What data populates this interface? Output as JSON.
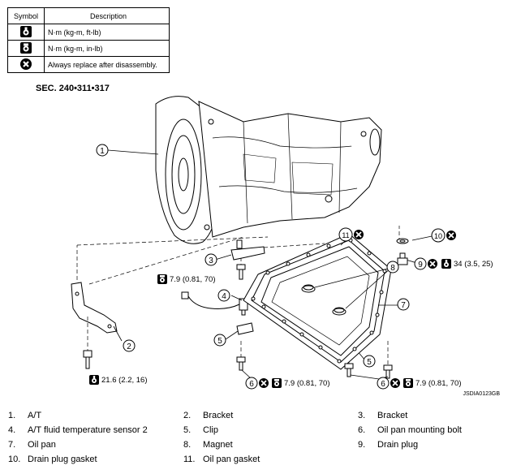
{
  "symbol_table": {
    "header_symbol": "Symbol",
    "header_description": "Description",
    "rows": [
      {
        "icon": "torque-wrench-icon",
        "description": "N·m (kg-m, ft-lb)"
      },
      {
        "icon": "torque-wrench-inlb-icon",
        "description": "N·m (kg-m, in-lb)"
      },
      {
        "icon": "replace-x-icon",
        "description": "Always replace after disassembly."
      }
    ]
  },
  "section_ref": "SEC. 240•311•317",
  "callouts": {
    "c1": "1",
    "c2": "2",
    "c3": "3",
    "c4": "4",
    "c5a": "5",
    "c5b": "5",
    "c6a": "6",
    "c6b": "6",
    "c7": "7",
    "c8": "8",
    "c9": "9",
    "c10": "10",
    "c11": "11"
  },
  "torque_values": {
    "t_sensor": "7.9 (0.81, 70)",
    "t_bracket": "21.6 (2.2, 16)",
    "t_drain": "34 (3.5, 25)",
    "t_bolt_left": "7.9 (0.81, 70)",
    "t_bolt_right": "7.9 (0.81, 70)"
  },
  "figure_code": "JSDIA0123GB",
  "legend": [
    {
      "num": "1.",
      "text": "A/T"
    },
    {
      "num": "2.",
      "text": "Bracket"
    },
    {
      "num": "3.",
      "text": "Bracket"
    },
    {
      "num": "4.",
      "text": "A/T fluid temperature sensor 2"
    },
    {
      "num": "5.",
      "text": "Clip"
    },
    {
      "num": "6.",
      "text": "Oil pan mounting bolt"
    },
    {
      "num": "7.",
      "text": "Oil pan"
    },
    {
      "num": "8.",
      "text": "Magnet"
    },
    {
      "num": "9.",
      "text": "Drain plug"
    },
    {
      "num": "10.",
      "text": "Drain plug gasket"
    },
    {
      "num": "11.",
      "text": "Oil pan gasket"
    }
  ]
}
